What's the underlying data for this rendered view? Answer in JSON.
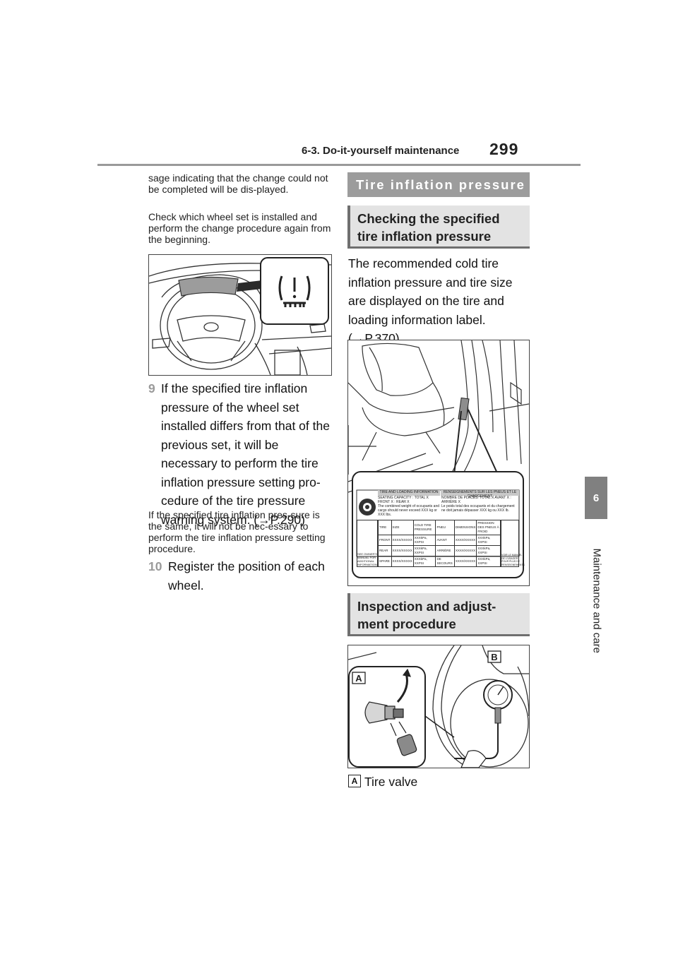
{
  "header": {
    "section": "6-3. Do-it-yourself maintenance",
    "page_number": "299"
  },
  "side_tab": {
    "number": "6",
    "label": "Maintenance and care"
  },
  "left": {
    "p1": "sage indicating that the change could not be completed will be dis-played.",
    "p2": "Check which wheel set is installed and perform the change procedure again from the beginning.",
    "step9_num": "9",
    "step9_text": "If the specified tire inflation pressure of the wheel set installed differs from that of the previous set, it will be necessary to perform the tire inflation pressure setting pro-cedure of the tire pressure warning system. (→P.290)",
    "p3": "If the specified tire inflation pres-sure is the same, it will not be nec-essary to perform the tire inflation pressure setting procedure.",
    "step10_num": "10",
    "step10_text": "Register the position of each wheel."
  },
  "right": {
    "section_heading": "Tire inflation pressure",
    "sub1": "Checking the specified tire inflation pressure",
    "para": "The recommended cold tire inflation pressure and tire size are displayed on the tire and loading information label. (→P.370)",
    "sub2": "Inspection and adjust-ment procedure",
    "callout_label": "A",
    "callout_text": "Tire valve"
  },
  "figure_labels": {
    "label_title_en": "TIRE AND LOADING INFORMATION",
    "label_title_fr": "RENSEIGNEMENTS SUR LES PNEUS ET LE CHARGEMENT",
    "seating_en": "SEATING CAPACITY : TOTAL X   FRONT X : REAR X",
    "seating_fr": "NOMBRE DE PLACES: TOTAL X   AVANT X : ARRIÈRE X",
    "weight_en": "The combined weight of occupants and cargo should never exceed XXX kg or XXX lbs.",
    "weight_fr": "Le poids total des occupants et du chargement ne doit jamais dépasser XXX kg ou XXX lb.",
    "col_tire": "TIRE",
    "col_size": "SIZE",
    "col_cold": "COLD TIRE PRESSURE",
    "col_pneu": "PNEU",
    "col_dim": "DIMENSIONS",
    "col_pression": "PRESSION DES PNEUS À FROID",
    "row_front": "FRONT",
    "row_rear": "REAR",
    "row_spare": "SPARE",
    "row_avant": "AVANT",
    "row_arriere": "ARRIÈRE",
    "row_secours": "DE SECOURS",
    "size_val": "XXXX/XXXXX",
    "press_val": "XXXkPa, XXPSI",
    "owner_manual": "SEE OWNER'S MANUAL FOR ADDITIONAL INFORMATION",
    "voir_manuel": "VOIR LE MANUEL DE L'USAGER POUR PLUS DE RENSEIGNEMENTS",
    "marker_a": "A",
    "marker_b": "B",
    "warning_icon": "tire-pressure-warning-icon"
  }
}
